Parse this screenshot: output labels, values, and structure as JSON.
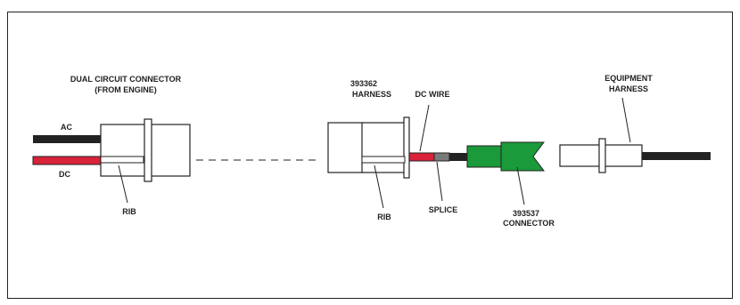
{
  "labels": {
    "dual_circuit_line1": "DUAL CIRCUIT CONNECTOR",
    "dual_circuit_line2": "(FROM ENGINE)",
    "ac": "AC",
    "dc": "DC",
    "rib_left": "RIB",
    "harness_number": "393362",
    "harness": "HARNESS",
    "dc_wire": "DC WIRE",
    "rib_right": "RIB",
    "splice": "SPLICE",
    "connector_number": "393537",
    "connector": "CONNECTOR",
    "equipment": "EQUIPMENT",
    "equipment_harness": "HARNESS"
  },
  "colors": {
    "wire_black": "#222222",
    "wire_red": "#d8233a",
    "connector_green": "#1a9a3a",
    "splice_gray": "#7a7a7a",
    "outline": "#222222"
  }
}
